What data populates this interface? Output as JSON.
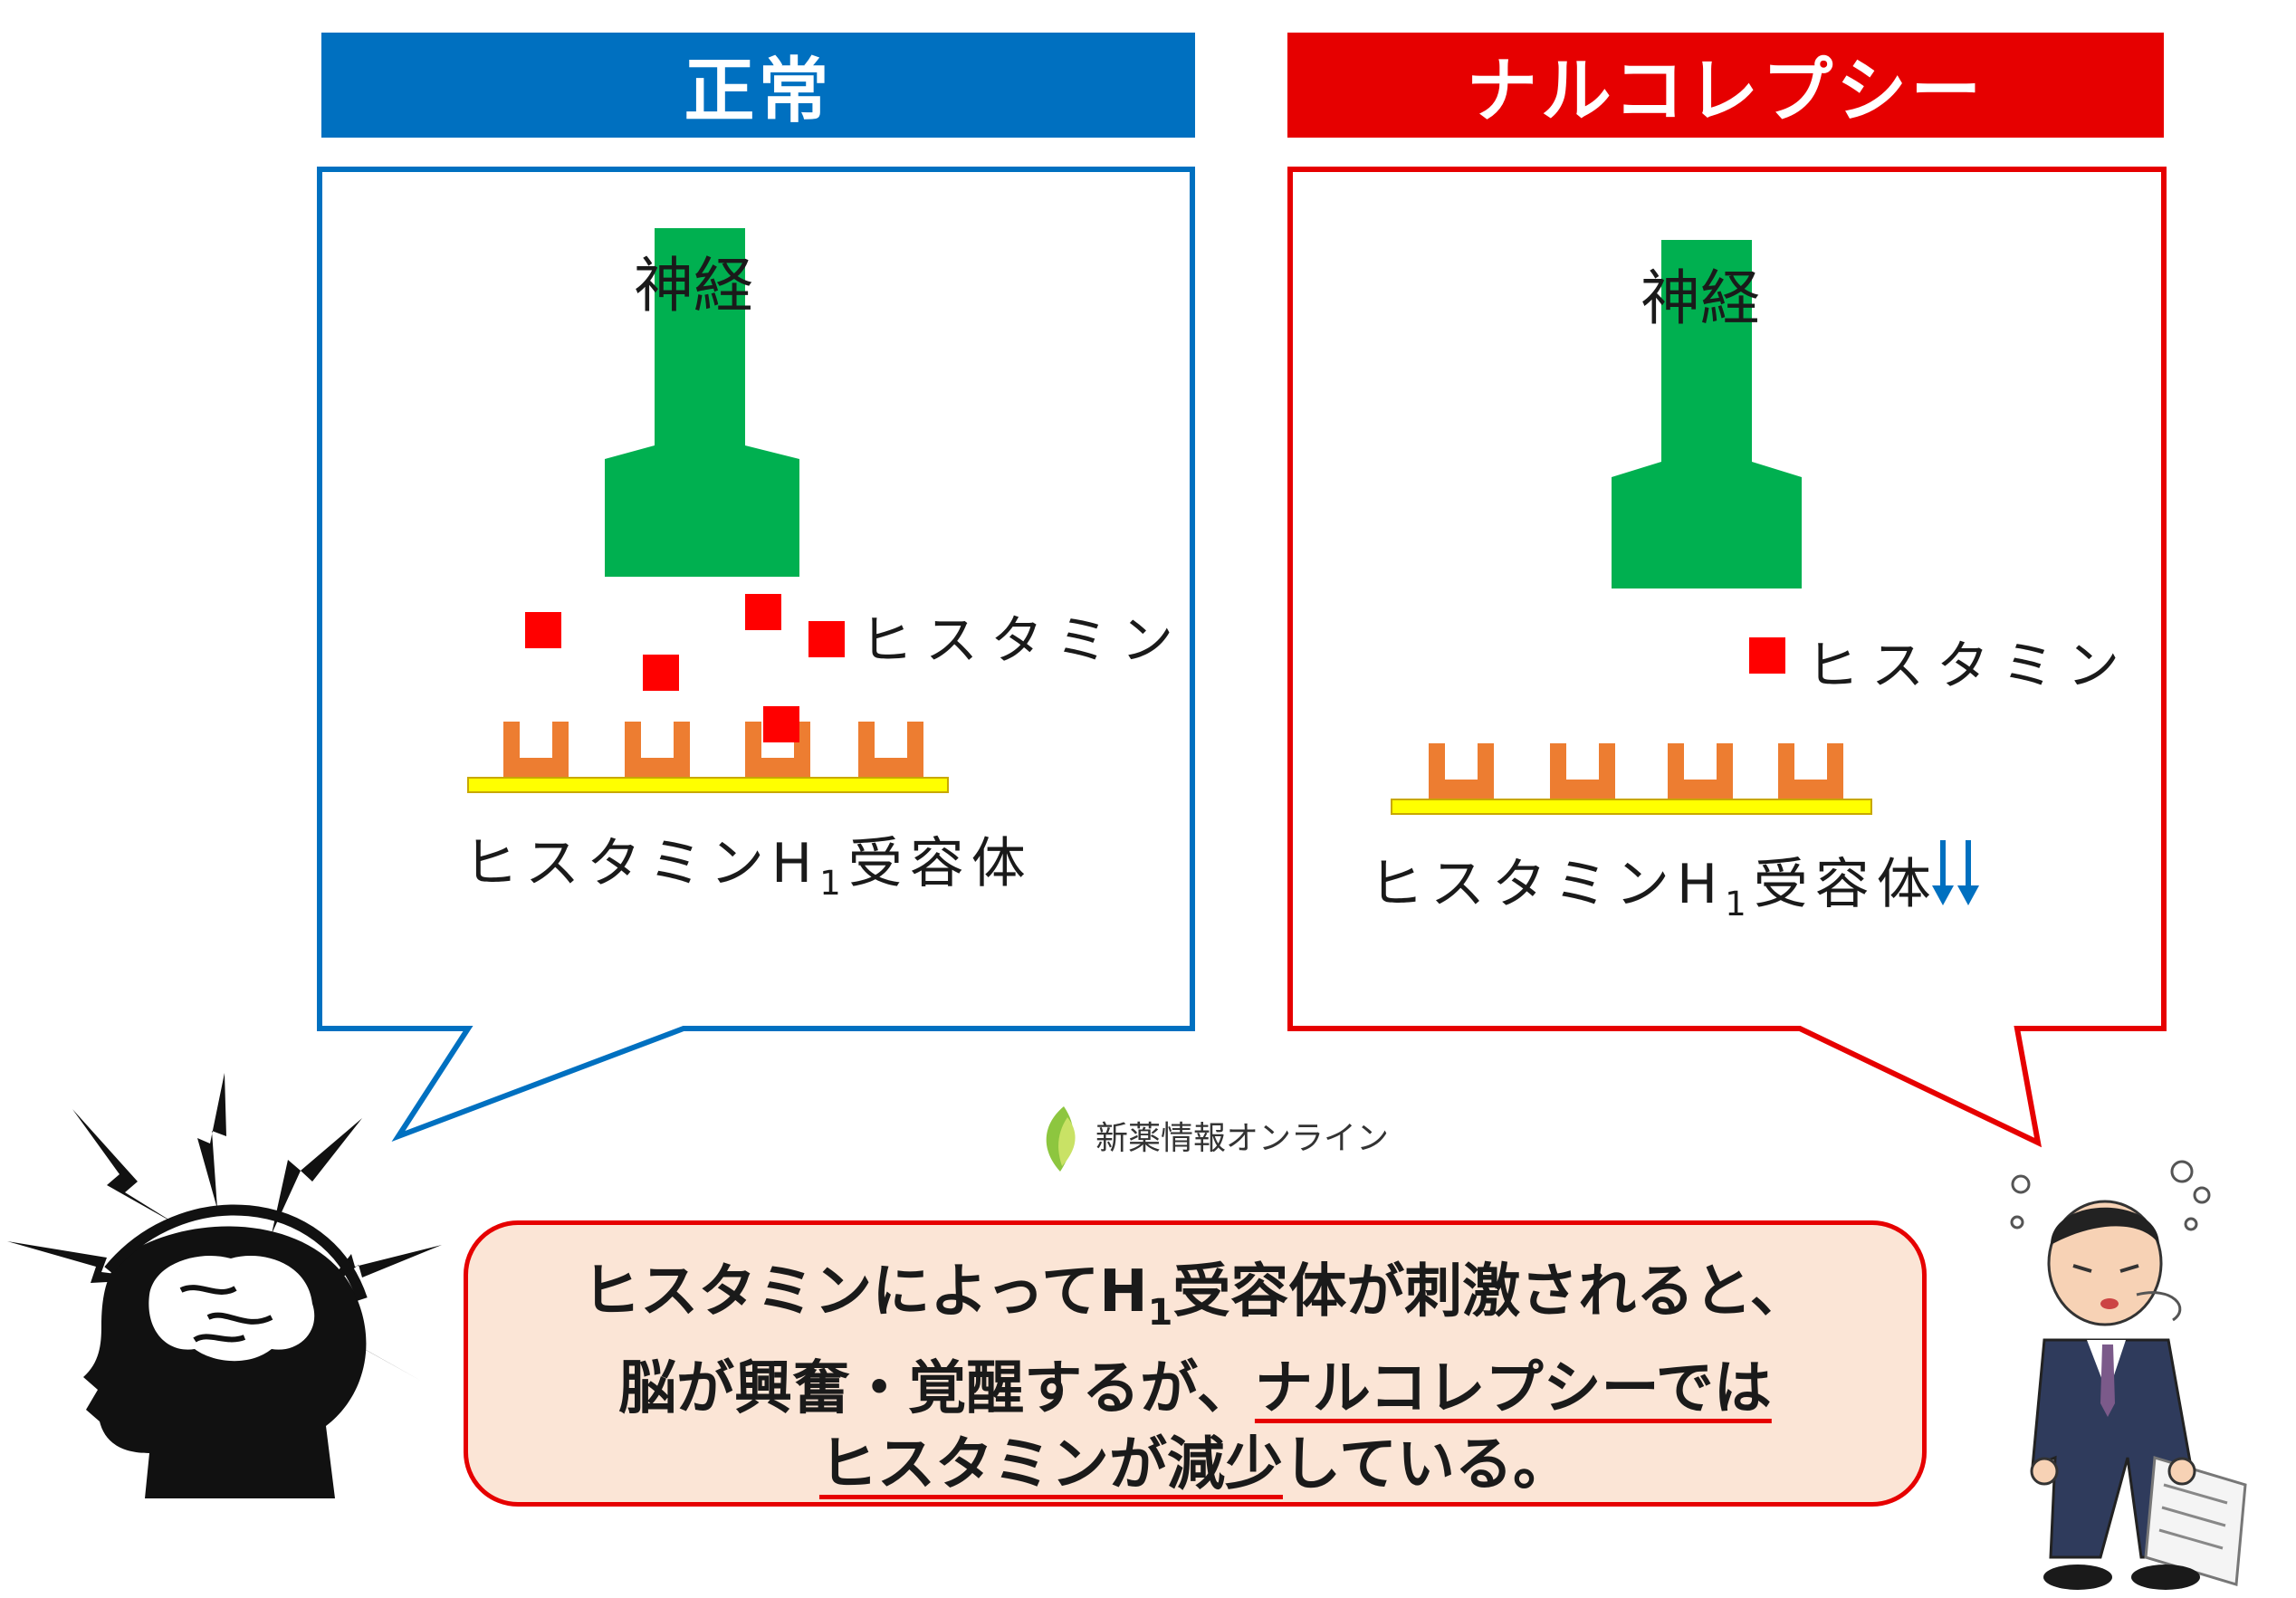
{
  "panels": {
    "normal": {
      "title": "正常",
      "nerve_label": "神経",
      "histamine_label": "ヒスタミン",
      "receptor_label": "ヒスタミンH",
      "receptor_sub": "1",
      "receptor_suffix": "受容体",
      "color": "#0070c0"
    },
    "narcolepsy": {
      "title": "ナルコレプシー",
      "nerve_label": "神経",
      "histamine_label": "ヒスタミン",
      "receptor_label": "ヒスタミンH",
      "receptor_sub": "1",
      "receptor_suffix": "受容体",
      "decrease_icon": "double-down-arrow-icon",
      "color": "#e60000"
    }
  },
  "colors": {
    "nerve": "#00b050",
    "histamine": "#ff0000",
    "receptor": "#ed7d31",
    "membrane": "#ffff00",
    "caption_bg": "#fbe5d6",
    "arrow": "#0070c0"
  },
  "brand": {
    "name": "新薬情報オンライン",
    "icon": "leaf-logo-icon"
  },
  "caption": {
    "line1_a": "ヒスタミンによってH",
    "line1_sub": "1",
    "line1_b": "受容体が刺激されると、",
    "line2_a": "脳が興奮・覚醒するが、",
    "line2_ul": "ナルコレプシーでは",
    "line3_ul": "ヒスタミンが減少",
    "line3_b": "している。"
  },
  "illustrations": {
    "left": "excited-head-icon",
    "right": "sleepy-businessman-icon"
  }
}
